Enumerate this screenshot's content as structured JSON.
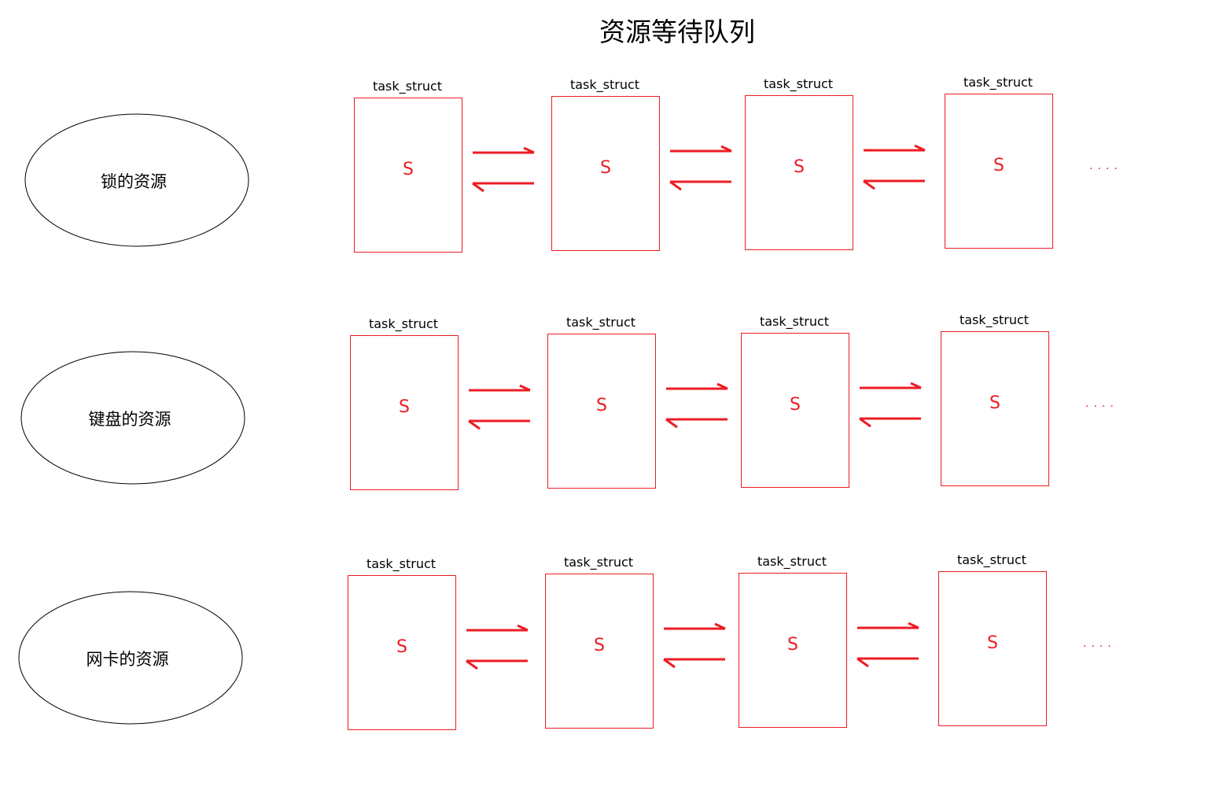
{
  "title": "资源等待队列",
  "node_label": "task_struct",
  "node_content": "S",
  "continuation": "....",
  "rows": [
    {
      "resource": "锁的资源"
    },
    {
      "resource": "键盘的资源"
    },
    {
      "resource": "网卡的资源"
    }
  ],
  "nodes_per_row": 4,
  "colors": {
    "accent": "#ed1c24",
    "outline": "#000000"
  }
}
